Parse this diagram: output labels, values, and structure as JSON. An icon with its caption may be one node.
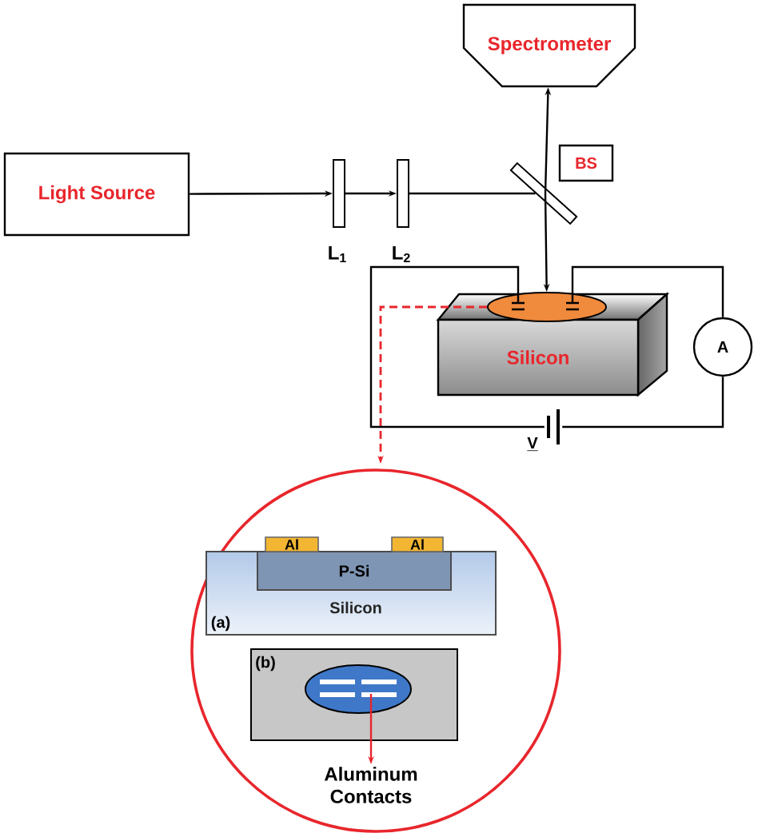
{
  "diagram": {
    "nodes": [
      {
        "text": [
          "Spectrometer"
        ]
      },
      {
        "text": [
          "Light Source"
        ]
      },
      {
        "text": [],
        "shape": "bar",
        "beside": [
          "L$_{1}$"
        ]
      },
      {
        "text": [],
        "shape": "bar",
        "beside": [
          "L$_{2}$"
        ]
      },
      {
        "text": [],
        "shape": "bar"
      },
      {
        "text": [
          "BS"
        ]
      },
      {
        "text": [
          "Silicon"
        ]
      },
      {
        "text": [],
        "shape": "ellipse"
      },
      {
        "text": [
          "A"
        ]
      },
      {
        "text": [],
        "shape": "battery",
        "beside": [
          "V"
        ]
      },
      {
        "text": [],
        "shape": "circle"
      },
      {
        "text": [
          "Silicon",
          "(a)"
        ],
        "in": 10
      },
      {
        "text": [
          "P-Si"
        ],
        "in": 11
      },
      {
        "text": [
          "Al"
        ],
        "in": 10
      },
      {
        "text": [
          "Al"
        ],
        "in": 10
      },
      {
        "text": [
          "(b)"
        ],
        "in": 10
      },
      {
        "text": [],
        "shape": "ellipse",
        "in": 15
      },
      {
        "text": [
          "Aluminum Contacts"
        ],
        "in": 10
      }
    ],
    "edges": [
      {
        "from": 1,
        "to": 2,
        "arrow": "to"
      },
      {
        "from": 2,
        "to": 3,
        "arrow": "to"
      },
      {
        "from": 3,
        "to": 4,
        "arrow": "none"
      },
      {
        "from": 4,
        "to": 0,
        "arrow": "to"
      },
      {
        "from": 4,
        "to": 7,
        "arrow": "to"
      },
      {
        "from": 7,
        "to": 10,
        "arrow": "to",
        "style": "dashed",
        "color": "#e8262c"
      },
      {
        "from": 7,
        "to": 9,
        "arrow": "none"
      },
      {
        "from": 9,
        "to": 8,
        "arrow": "none"
      },
      {
        "from": 8,
        "to": 7,
        "arrow": "none"
      },
      {
        "from": 16,
        "to": 17,
        "arrow": "to",
        "color": "#e8262c"
      }
    ]
  }
}
